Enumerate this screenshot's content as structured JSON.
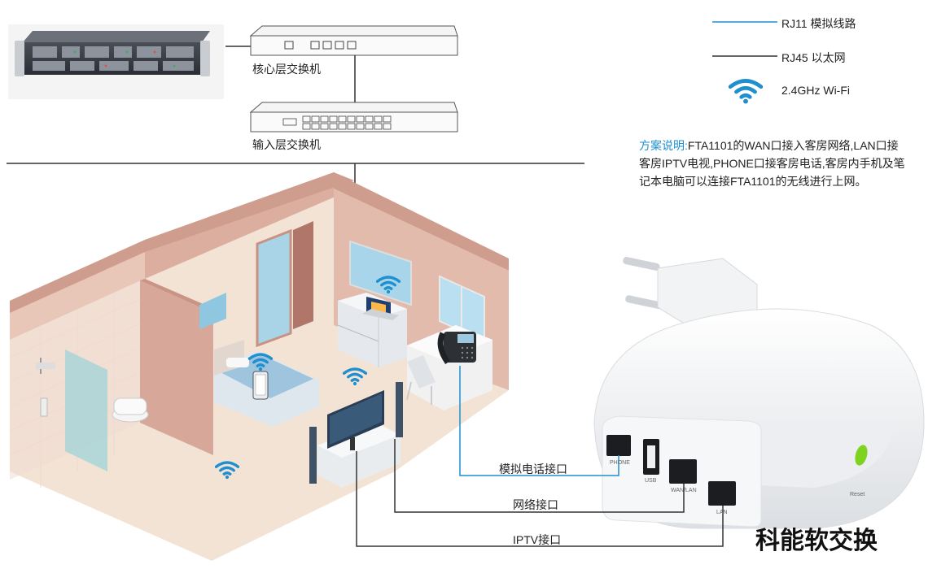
{
  "legend": {
    "rj11": "RJ11 模拟线路",
    "rj45": "RJ45 以太网",
    "wifi": "2.4GHz Wi-Fi"
  },
  "network": {
    "core_switch": "核心层交换机",
    "access_switch": "输入层交换机"
  },
  "description": {
    "prefix": "方案说明:",
    "body": "FTA1101的WAN口接入客房网络,LAN口接客房IPTV电视,PHONE口接客房电话,客房内手机及笔记本电脑可以连接FTA1101的无线进行上网。"
  },
  "connections": {
    "phone": "模拟电话接口",
    "network": "网络接口",
    "iptv": "IPTV接口"
  },
  "device_ports": {
    "phone": "PHONE",
    "usb": "USB",
    "wan_lan": "WAN/LAN",
    "lan": "LAN",
    "reset": "Reset"
  },
  "brand": "科能软交换",
  "colors": {
    "rj11": "#1f8fd0",
    "rj45": "#333333",
    "wifi": "#1f8fd0",
    "wall": "#dcaea0",
    "floor": "#f3e2d2",
    "led": "#7ed321"
  }
}
